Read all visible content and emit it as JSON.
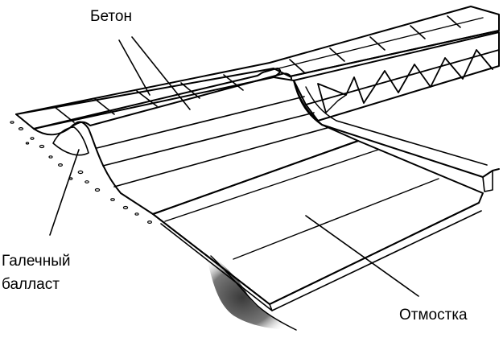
{
  "labels": {
    "concrete": "Бетон",
    "gravel_line1": "Галечный",
    "gravel_line2": "балласт",
    "apron": "Отмостка"
  },
  "colors": {
    "ink": "#000000",
    "paper": "#ffffff",
    "shadow": "#3a3a3a"
  }
}
